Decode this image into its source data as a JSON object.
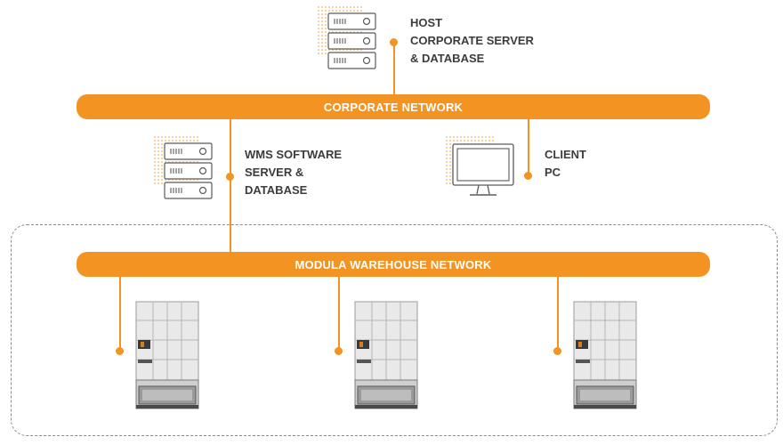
{
  "host": {
    "lines": [
      "HOST",
      "CORPORATE SERVER",
      "& DATABASE"
    ],
    "icon": "server-rack-icon"
  },
  "corporate_network": {
    "label": "CORPORATE NETWORK"
  },
  "wms": {
    "lines": [
      "WMS SOFTWARE",
      "SERVER &",
      "DATABASE"
    ],
    "icon": "server-rack-icon"
  },
  "client": {
    "lines": [
      "CLIENT",
      "PC"
    ],
    "icon": "monitor-icon"
  },
  "warehouse_network": {
    "label": "MODULA WAREHOUSE NETWORK"
  },
  "units": [
    {
      "icon": "vertical-lift-module-icon"
    },
    {
      "icon": "vertical-lift-module-icon"
    },
    {
      "icon": "vertical-lift-module-icon"
    }
  ],
  "colors": {
    "accent": "#f39321",
    "text": "#3c3c3c",
    "dashed_border": "#8a8a8a"
  }
}
